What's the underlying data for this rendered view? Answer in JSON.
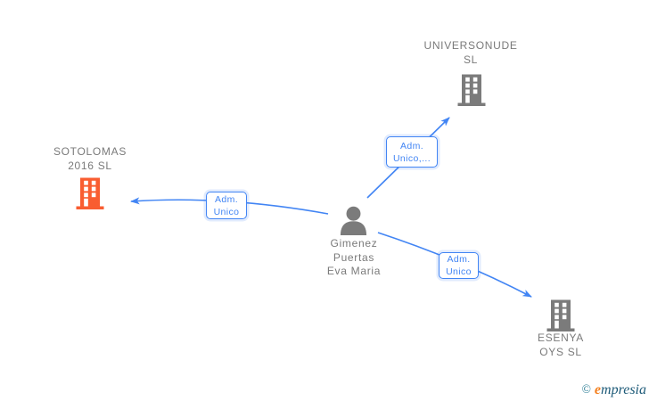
{
  "diagram": {
    "person": {
      "name": "Gimenez\nPuertas\nEva Maria"
    },
    "companies": {
      "sotolomas": {
        "name": "SOTOLOMAS\n2016  SL",
        "highlighted": true
      },
      "universonude": {
        "name": "UNIVERSONUDE\nSL",
        "highlighted": false
      },
      "esenya": {
        "name": "ESENYA\nOYS  SL",
        "highlighted": false
      }
    },
    "edge_labels": {
      "to_sotolomas": "Adm.\nUnico",
      "to_universonude": "Adm.\nUnico,...",
      "to_esenya": "Adm.\nUnico"
    },
    "colors": {
      "edge_blue": "#4285f4",
      "node_gray": "#7b7b7b",
      "highlight_orange": "#f95d31",
      "label_text_gray": "#7a7a7a"
    },
    "icons": {
      "company": "building-icon",
      "person": "person-icon"
    }
  },
  "watermark": {
    "copyright_symbol": "©",
    "brand_first_letter": "e",
    "brand_rest": "mpresia"
  }
}
